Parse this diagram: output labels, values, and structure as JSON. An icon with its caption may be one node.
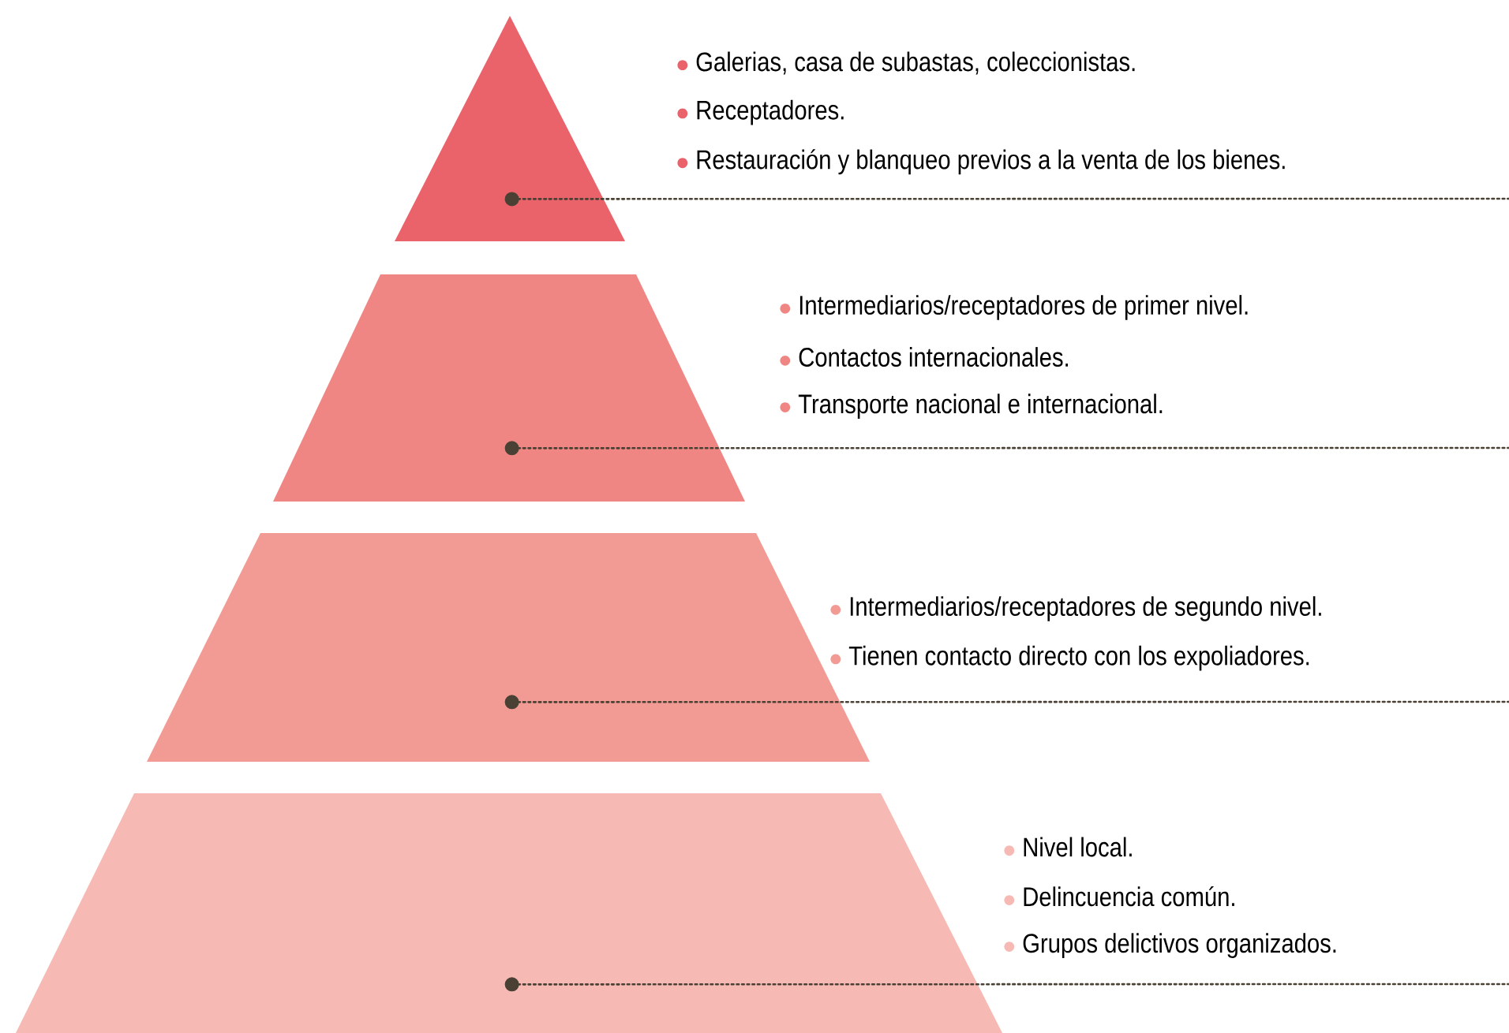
{
  "diagram": {
    "nodes": [
      {
        "text": [],
        "shape": "triangle",
        "beside": [
          "Galerias, casa de subastas, coleccionistas.",
          "Receptadores.",
          "Restauración y blanqueo previos a la venta de los bienes."
        ]
      },
      {
        "text": [],
        "shape": "trapezoid",
        "beside": [
          "Intermediarios/receptadores de primer nivel.",
          "Contactos internacionales.",
          "Transporte nacional e internacional."
        ]
      },
      {
        "text": [],
        "shape": "trapezoid",
        "beside": [
          "Intermediarios/receptadores de segundo nivel.",
          "Tienen contacto directo con los expoliadores."
        ]
      },
      {
        "text": [],
        "shape": "trapezoid",
        "beside": [
          "Nivel local.",
          "Delincuencia común.",
          "Grupos delictivos organizados."
        ]
      }
    ],
    "edges": [
      {
        "from": 0,
        "to": null,
        "arrow": "other"
      },
      {
        "from": 1,
        "to": null,
        "arrow": "other"
      },
      {
        "from": 2,
        "to": null,
        "arrow": "other"
      },
      {
        "from": 3,
        "to": null,
        "arrow": "other"
      }
    ]
  }
}
